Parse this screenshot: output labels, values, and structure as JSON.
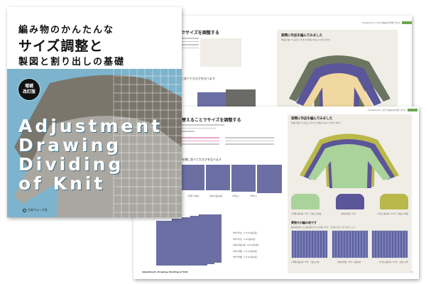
{
  "back_spread": {
    "left_heading": "でサイズを調整する",
    "left_caption": "に並べて大きさを比べます",
    "right_header": "Adjustment | 大きさ編み方を使うかな",
    "right_heading": "実際に作品を編んでみました",
    "right_sub": "作品で並べてみると大きさの違いがよくわかります。"
  },
  "front_spread": {
    "left_heading": "替えることでサイズを調整する",
    "left_caption": "を横に並べて大きさを比べます",
    "swatch_labels": [
      "1号針で編む",
      "基本の編み地",
      "2号太く",
      "3号太く"
    ],
    "label_lines": [
      "8号2号太（7.5/20目6段）",
      "8号1号太（7/20目6段）",
      "基本の編み地（6/20目6段）",
      "8号1号細（7.5/20目6段）",
      "8号2号細（7.5/20目6段）"
    ],
    "footer": "Adjustment, Drawing, Dividing of Knit",
    "right_header": "Adjustment | 大きさ編み方を使うかな",
    "right_heading": "実際に作品を編んでみました",
    "right_sub": "作品で並べてみると大きさの違いがよくわかります。",
    "sweater_captions": [
      "2号細い編み地（8号）で編んだ作品",
      "基本の作品（6号）",
      "2号太い編み地（10号）で編んだ作品"
    ],
    "knit_heading": "実物大の編み地です",
    "knit_sub": "編み地を並べると編み目の大きさが違います。その違いをよく見てみましょう",
    "knit_captions": [
      "2号細い編み地（8号）で編んだ作",
      "基本の作品（6号）の編み地",
      "2号太い編み地（10号）で編んだ作"
    ],
    "page_number": "5"
  },
  "cover": {
    "title_line1": "編み物のかんたんな",
    "title_line2": "サイズ調整と",
    "title_line3": "製図と割り出しの基礎",
    "badge_line1": "増補",
    "badge_line2": "改訂版",
    "english_title": [
      "Adjustment",
      "Drawing",
      "Dividing",
      "of Knit"
    ],
    "publisher": "日本ヴォーグ社"
  },
  "colors": {
    "cover_blue": "#7db3cc",
    "accent_green": "#6aa84f",
    "swatch_purple": "#6b6fa3",
    "sweater_green": "#a9d39b",
    "sweater_yellow": "#b9b84a"
  }
}
